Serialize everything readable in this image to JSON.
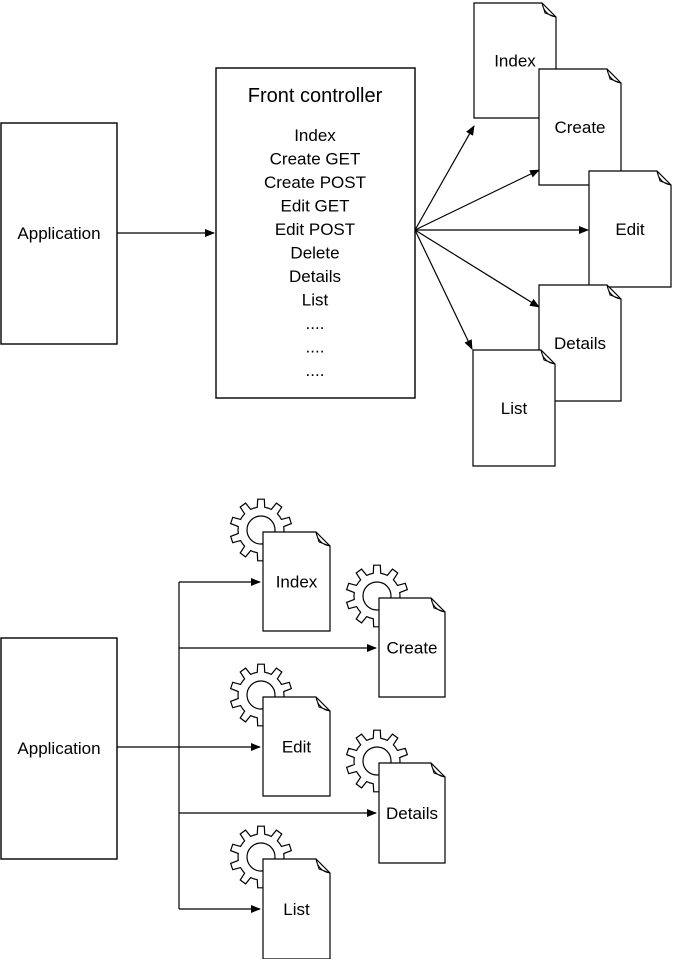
{
  "top": {
    "application_label": "Application",
    "front_controller": {
      "title": "Front controller",
      "actions": [
        "Index",
        "Create GET",
        "Create POST",
        "Edit GET",
        "Edit POST",
        "Delete",
        "Details",
        "List",
        "....",
        "....",
        "...."
      ]
    },
    "views": [
      "Index",
      "Create",
      "Edit",
      "Details",
      "List"
    ]
  },
  "bottom": {
    "application_label": "Application",
    "controllers": [
      "Index",
      "Create",
      "Edit",
      "Details",
      "List"
    ]
  }
}
